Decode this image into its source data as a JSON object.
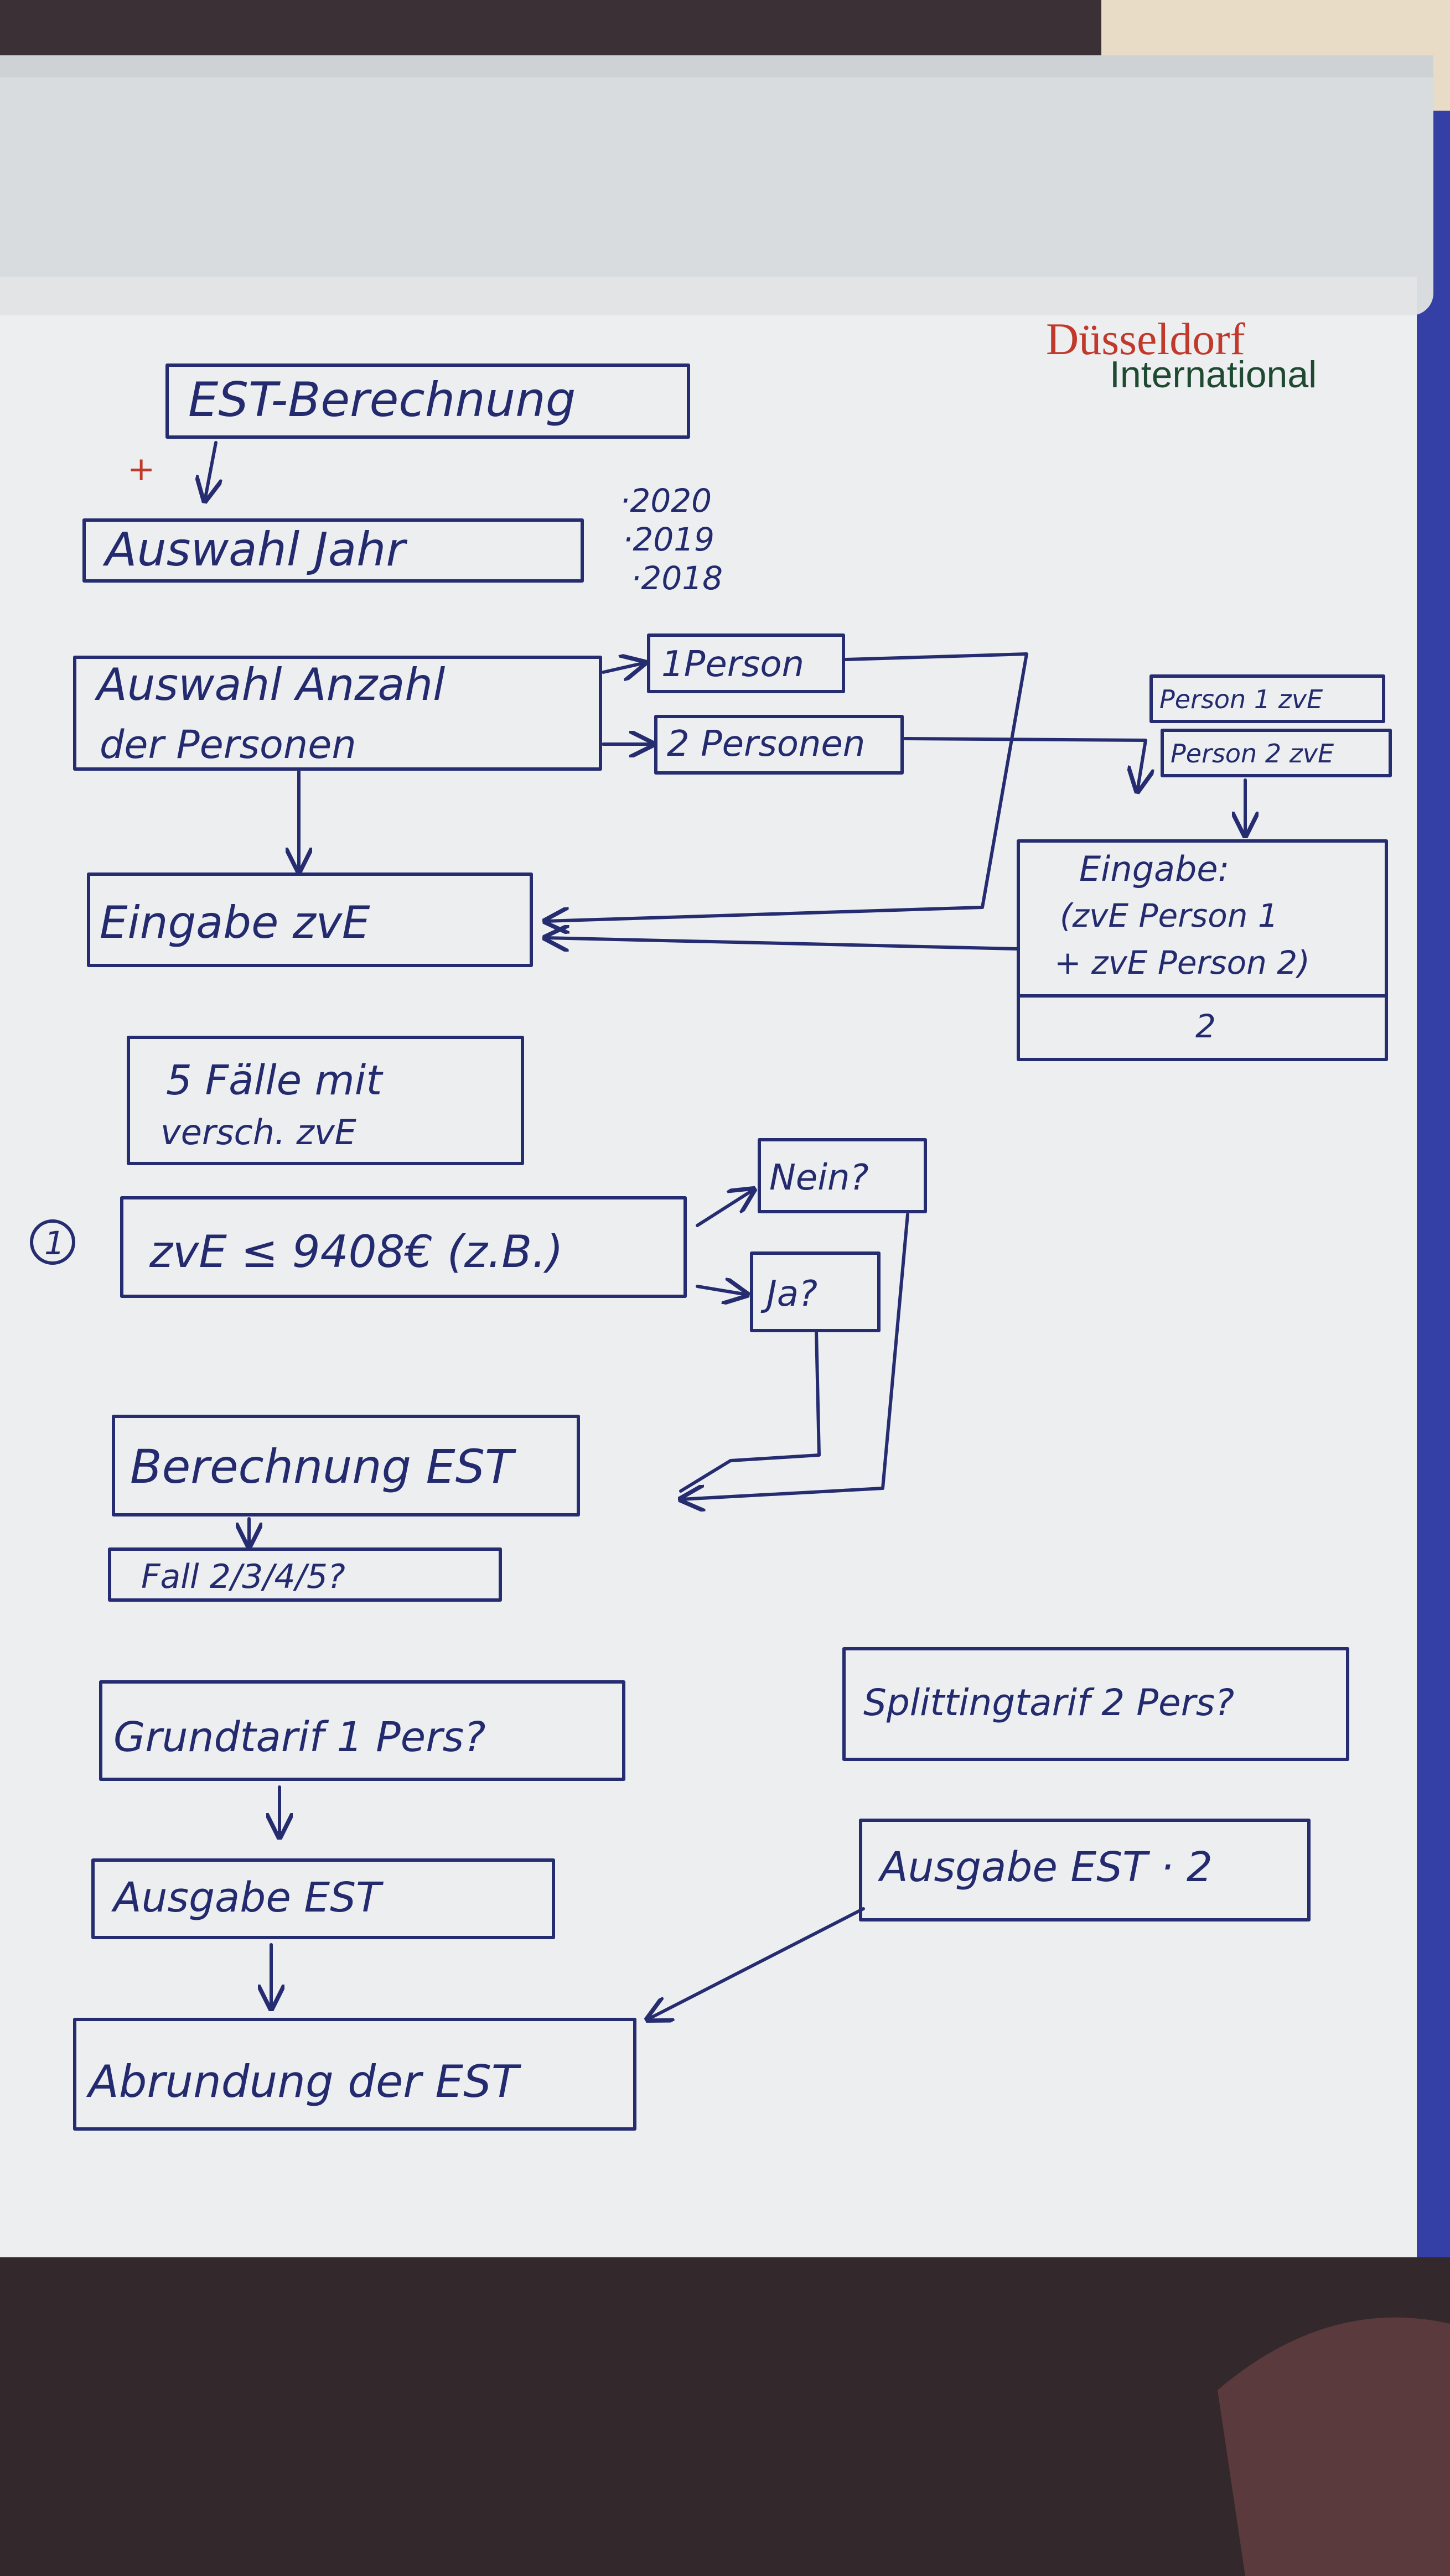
{
  "header": {
    "brand_line1": "Düsseldorf",
    "brand_line2": "International"
  },
  "flow": {
    "title": "EST-Berechnung",
    "plus_mark": "+",
    "year_select": "Auswahl Jahr",
    "years": [
      "·2020",
      "·2019",
      "·2018"
    ],
    "persons_select_l1": "Auswahl Anzahl",
    "persons_select_l2": "der Personen",
    "option_one": "1Person",
    "option_two": "2 Personen",
    "person1_zve": "Person 1 zvE",
    "person2_zve": "Person 2 zvE",
    "combine_l1": "Eingabe:",
    "combine_l2": "(zvE Person 1",
    "combine_l3": "+ zvE Person 2)",
    "combine_l4": "2",
    "input_zve": "Eingabe zvE",
    "cases_l1": "5 Fälle mit",
    "cases_l2": "versch. zvE",
    "circled_number": "1",
    "case1_condition": "zvE ≤ 9408€ (z.B.)",
    "answer_no": "Nein?",
    "answer_yes": "Ja?",
    "calc_est": "Berechnung EST",
    "cases_next": "Fall 2/3/4/5?",
    "basic_tariff": "Grundtarif 1 Pers?",
    "split_tariff": "Splittingtarif 2 Pers?",
    "output_est": "Ausgabe EST",
    "output_est_x2": "Ausgabe EST · 2",
    "rounding_est": "Abrundung der EST"
  },
  "colors": {
    "ink": "#232a6e",
    "paper": "#eceef0",
    "brand_red": "#c0392b",
    "brand_green": "#1f4a32"
  }
}
